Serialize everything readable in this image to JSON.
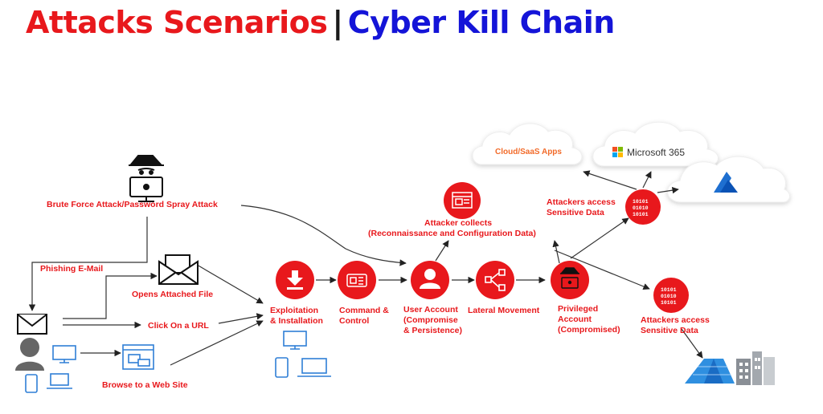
{
  "title": {
    "part1": "Attacks Scenarios",
    "separator": "|",
    "part2": "Cyber Kill Chain"
  },
  "colors": {
    "accent_red": "#e8181c",
    "accent_blue": "#1414d8",
    "device_blue": "#2f7fd6",
    "azure_blue": "#1e6fd0"
  },
  "labels": {
    "brute_force": "Brute Force Attack/Password Spray Attack",
    "phishing_email": "Phishing E-Mail",
    "opens_attached_file": "Opens Attached File",
    "click_on_url": "Click On a URL",
    "browse_web_site": "Browse to a Web Site",
    "exploitation_1": "Exploitation",
    "exploitation_2": "& Installation",
    "command_control_1": "Command &",
    "command_control_2": "Control",
    "user_account_1": "User Account",
    "user_account_2": "(Compromise",
    "user_account_3": "& Persistence)",
    "lateral_movement": "Lateral Movement",
    "privileged_1": "Privileged",
    "privileged_2": "Account",
    "privileged_3": "(Compromised)",
    "collects_1": "Attacker collects",
    "collects_2": "(Reconnaissance and Configuration Data)",
    "access_top_1": "Attackers access",
    "access_top_2": "Sensitive Data",
    "access_bottom_1": "Attackers access",
    "access_bottom_2": "Sensitive Data",
    "cloud_saas": "Cloud/SaaS Apps",
    "microsoft_365": "Microsoft 365"
  },
  "icons": {
    "hacker": "hacker-icon",
    "envelope": "envelope-icon",
    "open_envelope": "open-envelope-icon",
    "user": "user-icon",
    "browser": "browser-window-icon",
    "download": "download-icon",
    "c2": "command-control-icon",
    "lateral": "share-nodes-icon",
    "privileged": "hacker-icon",
    "binary": "binary-data-icon",
    "azure": "azure-logo-icon",
    "microsoft": "microsoft-logo-icon",
    "database": "database-icon",
    "buildings": "buildings-icon"
  }
}
